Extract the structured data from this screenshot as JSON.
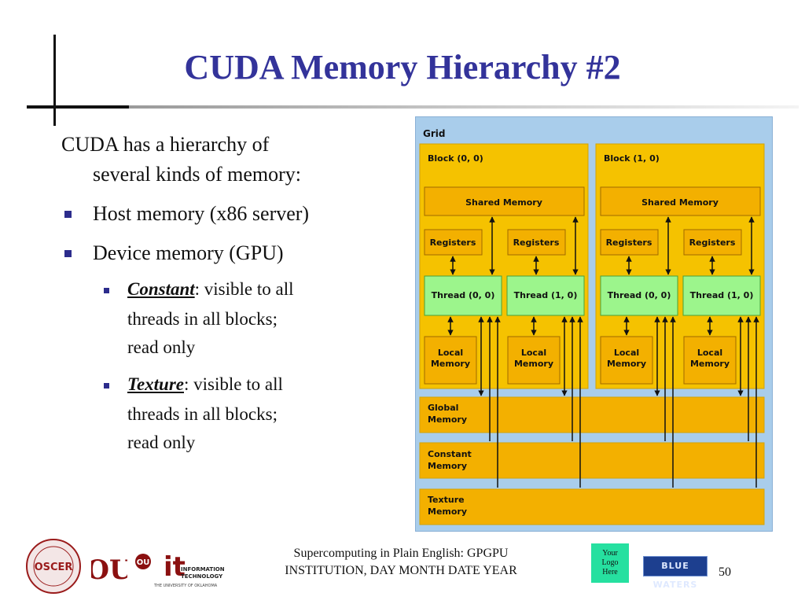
{
  "slide": {
    "title": "CUDA Memory Hierarchy #2",
    "intro_line1": "CUDA has a hierarchy of",
    "intro_line2": "several kinds of memory:",
    "bullets": [
      {
        "text": "Host memory (x86 server)"
      },
      {
        "text": "Device memory (GPU)"
      }
    ],
    "sub_bullets": [
      {
        "term": "Constant",
        "line1": ": visible to all",
        "line2": "threads in all blocks;",
        "line3": "read only"
      },
      {
        "term": "Texture",
        "line1": ": visible to all",
        "line2": "threads in all blocks;",
        "line3": "read only"
      }
    ]
  },
  "diagram": {
    "grid_label": "Grid",
    "blocks": [
      {
        "label": "Block (0, 0)",
        "shared": "Shared Memory",
        "registers": [
          "Registers",
          "Registers"
        ],
        "threads": [
          "Thread (0, 0)",
          "Thread (1, 0)"
        ],
        "local": [
          [
            "Local",
            "Memory"
          ],
          [
            "Local",
            "Memory"
          ]
        ]
      },
      {
        "label": "Block (1, 0)",
        "shared": "Shared Memory",
        "registers": [
          "Registers",
          "Registers"
        ],
        "threads": [
          "Thread (0, 0)",
          "Thread (1, 0)"
        ],
        "local": [
          [
            "Local",
            "Memory"
          ],
          [
            "Local",
            "Memory"
          ]
        ]
      }
    ],
    "memories": [
      [
        "Global",
        "Memory"
      ],
      [
        "Constant",
        "Memory"
      ],
      [
        "Texture",
        "Memory"
      ]
    ],
    "colors": {
      "grid_bg": "#a9cdeb",
      "block_bg": "#f5c200",
      "memory_box": "#f3b000",
      "thread_bg": "#9cf58c",
      "arrow": "#111111"
    }
  },
  "footer": {
    "line1": "Supercomputing in Plain English: GPGPU",
    "line2": "INSTITUTION, DAY MONTH DATE YEAR",
    "page_number": "50",
    "your_logo": [
      "Your",
      "Logo",
      "Here"
    ],
    "blue_waters": "BLUE WATERS",
    "oscer": "OSCER",
    "ou": "OU",
    "it_line1": "INFORMATION",
    "it_line2": "TECHNOLOGY",
    "it_line3": "THE UNIVERSITY OF OKLAHOMA"
  }
}
